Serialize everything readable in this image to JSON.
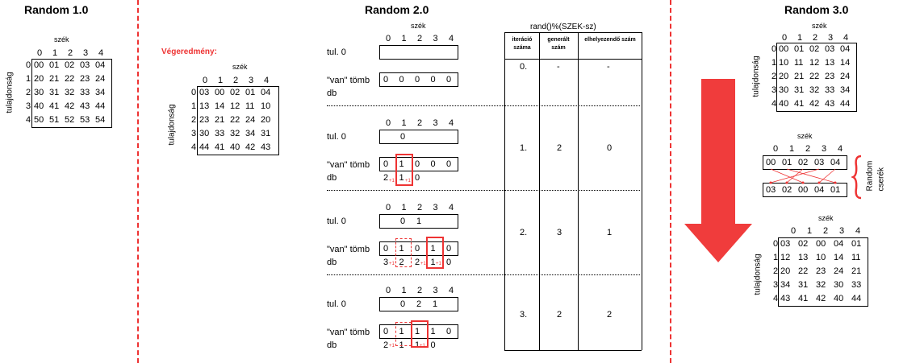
{
  "titles": {
    "r1": "Random 1.0",
    "r2": "Random 2.0",
    "r3": "Random 3.0"
  },
  "labels": {
    "szek": "szék",
    "tulajdonsag": "tulajdonság",
    "vegeredmeny": "Végeredmény:",
    "tul0": "tul. 0",
    "van": "\"van\" tömb",
    "db": "db",
    "plus1": "+1",
    "random": "Random",
    "cserek": "cserék"
  },
  "indices": [
    "0",
    "1",
    "2",
    "3",
    "4"
  ],
  "r1": {
    "rows": [
      [
        "00",
        "01",
        "02",
        "03",
        "04"
      ],
      [
        "20",
        "21",
        "22",
        "23",
        "24"
      ],
      [
        "30",
        "31",
        "32",
        "33",
        "34"
      ],
      [
        "40",
        "41",
        "42",
        "43",
        "44"
      ],
      [
        "50",
        "51",
        "52",
        "53",
        "54"
      ]
    ]
  },
  "result": {
    "rows": [
      [
        "03",
        "00",
        "02",
        "01",
        "04"
      ],
      [
        "13",
        "14",
        "12",
        "11",
        "10"
      ],
      [
        "23",
        "21",
        "22",
        "24",
        "20"
      ],
      [
        "30",
        "33",
        "32",
        "34",
        "31"
      ],
      [
        "44",
        "41",
        "40",
        "42",
        "43"
      ]
    ]
  },
  "r3": {
    "before": [
      [
        "00",
        "01",
        "02",
        "03",
        "04"
      ],
      [
        "10",
        "11",
        "12",
        "13",
        "14"
      ],
      [
        "20",
        "21",
        "22",
        "23",
        "24"
      ],
      [
        "30",
        "31",
        "32",
        "33",
        "34"
      ],
      [
        "40",
        "41",
        "42",
        "43",
        "44"
      ]
    ],
    "swap_top": [
      "00",
      "01",
      "02",
      "03",
      "04"
    ],
    "swap_bottom": [
      "03",
      "02",
      "00",
      "04",
      "01"
    ],
    "after": [
      [
        "03",
        "02",
        "00",
        "04",
        "01"
      ],
      [
        "12",
        "13",
        "10",
        "14",
        "11"
      ],
      [
        "20",
        "22",
        "23",
        "24",
        "21"
      ],
      [
        "34",
        "31",
        "32",
        "30",
        "33"
      ],
      [
        "43",
        "41",
        "42",
        "40",
        "44"
      ]
    ]
  },
  "table": {
    "title": "rand()%(SZEK-sz)",
    "headers": [
      "iteráció száma",
      "generált szám",
      "elhelyezendő szám"
    ],
    "rows": [
      [
        "0.",
        "-",
        "-"
      ],
      [
        "1.",
        "2",
        "0"
      ],
      [
        "2.",
        "3",
        "1"
      ],
      [
        "3.",
        "2",
        "2"
      ]
    ]
  },
  "steps": [
    {
      "tul": [],
      "van": [
        "0",
        "0",
        "0",
        "0",
        "0"
      ],
      "db": []
    },
    {
      "tul": [
        "0"
      ],
      "van": [
        "0",
        "1",
        "0",
        "0",
        "0"
      ],
      "db": [
        "2",
        "1",
        "0"
      ]
    },
    {
      "tul": [
        "0",
        "1"
      ],
      "van": [
        "0",
        "1",
        "0",
        "1",
        "0"
      ],
      "db": [
        "3",
        "2",
        "2",
        "1",
        "0"
      ]
    },
    {
      "tul": [
        "0",
        "2",
        "1"
      ],
      "van": [
        "0",
        "1",
        "1",
        "1",
        "0"
      ],
      "db": [
        "2",
        "1",
        "1",
        "0"
      ]
    }
  ],
  "colors": {
    "accent": "#e33",
    "arrow": "#f03c3c"
  }
}
